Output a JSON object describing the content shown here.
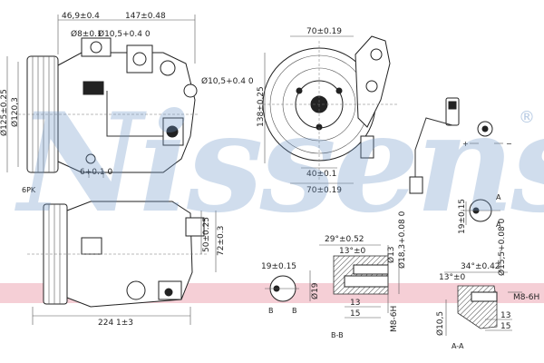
{
  "watermark": {
    "text": "Nissens",
    "mark": "®",
    "color": "#6e96c8"
  },
  "brand_stripe": {
    "color": "#f3c3cc"
  },
  "front_view": {
    "dims": [
      "46,9±0.4",
      "147±0.48",
      "Ø8±0.1",
      "Ø10,5+0.4 0",
      "Ø10,5+0.4 0",
      "Ø125±0.25",
      "Ø120,3",
      "6+0.1 0"
    ]
  },
  "side_view": {
    "dims": [
      "70±0.19",
      "138±0.25",
      "40±0.1",
      "70±0.19"
    ]
  },
  "connector": {
    "plus": "+",
    "minus": "−"
  },
  "bottom_view": {
    "belt_label": "6PK",
    "dims": [
      "224 1±3",
      "50±0.25",
      "72±0.3"
    ]
  },
  "section_bb": {
    "title": "B-B",
    "dims": [
      "29°±0.52",
      "13°±0",
      "Ø13",
      "Ø18,3+0.08 0",
      "19±0.15",
      "Ø19",
      "13",
      "15",
      "M8-6H"
    ],
    "markers": [
      "B",
      "B"
    ]
  },
  "section_aa": {
    "title": "A-A",
    "dims": [
      "19±0.15",
      "34°±0.42",
      "13°±0",
      "Ø15,5+0.08 0",
      "M8-6H",
      "Ø10,5",
      "13",
      "15"
    ],
    "markers": [
      "A",
      "A"
    ]
  }
}
